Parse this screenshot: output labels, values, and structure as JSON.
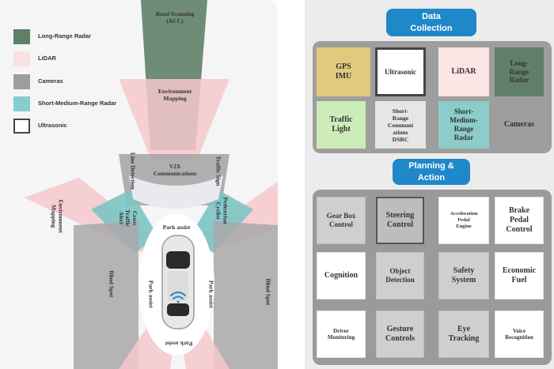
{
  "left_diagram": {
    "legend": [
      {
        "label": "Long-Range Radar",
        "color": "#5f7f69"
      },
      {
        "label": "LiDAR",
        "color": "#f8e2e2"
      },
      {
        "label": "Cameras",
        "color": "#9d9d9d"
      },
      {
        "label": "Short-Medium-Range Radar",
        "color": "#86cdcd"
      },
      {
        "label": "Ultrasonic",
        "color": "#ffffff"
      }
    ],
    "labels": {
      "road_scanning": "Road Scanning\n(ACC)",
      "environment_mapping_top": "Environment\nMapping",
      "v2x": "V2X\nCommunications",
      "line_detection": "Line Detection",
      "traffic_sign": "Traffic Sign",
      "environment_mapping_left": "Environment\nMapping",
      "cross_traffic_alert": "Cross\nTraffic\nAlert",
      "pedestrian_cyclist": "Pedestrian\nCyclist",
      "park_assist_top": "Park assist",
      "park_assist_left": "Park assist",
      "park_assist_right": "Park assist",
      "park_assist_bottom": "Park assist",
      "blind_spot_left": "Blind Spot",
      "blind_spot_right": "Blind Spot"
    }
  },
  "right_diagram": {
    "data_collection": {
      "title": "Data\nCollection",
      "tiles": [
        {
          "label": "GPS\nIMU",
          "bg": "#e3c97c"
        },
        {
          "label": "Ultrasonic",
          "bg": "#ffffff"
        },
        {
          "label": "LiDAR",
          "bg": "#fbe5e5"
        },
        {
          "label": "Long-\nRange\nRadar",
          "bg": "#5f7f69"
        },
        {
          "label": "Traffic\nLight",
          "bg": "#ccedb8"
        },
        {
          "label": "Short-\nRange\nCommuni\nations\nDSRC",
          "bg": "#e6e6e6"
        },
        {
          "label": "Short-\nMedium-\nRange\nRadar",
          "bg": "#8ccccb"
        },
        {
          "label": "Cameras",
          "bg": "#9e9e9e"
        }
      ]
    },
    "planning_action": {
      "title": "Planning &\nAction",
      "tiles": [
        {
          "label": "Gear Box\nControl"
        },
        {
          "label": "Steering\nControl"
        },
        {
          "label": "Acceleration\nPedal\nEngine"
        },
        {
          "label": "Brake\nPedal\nControl"
        },
        {
          "label": "Cognition"
        },
        {
          "label": "Object\nDetection"
        },
        {
          "label": "Safety\nSystem"
        },
        {
          "label": "Economic\nFuel"
        },
        {
          "label": "Driver\nMonitoring"
        },
        {
          "label": "Gesture\nControls"
        },
        {
          "label": "Eye\nTracking"
        },
        {
          "label": "Voice\nRecognition"
        }
      ]
    }
  }
}
